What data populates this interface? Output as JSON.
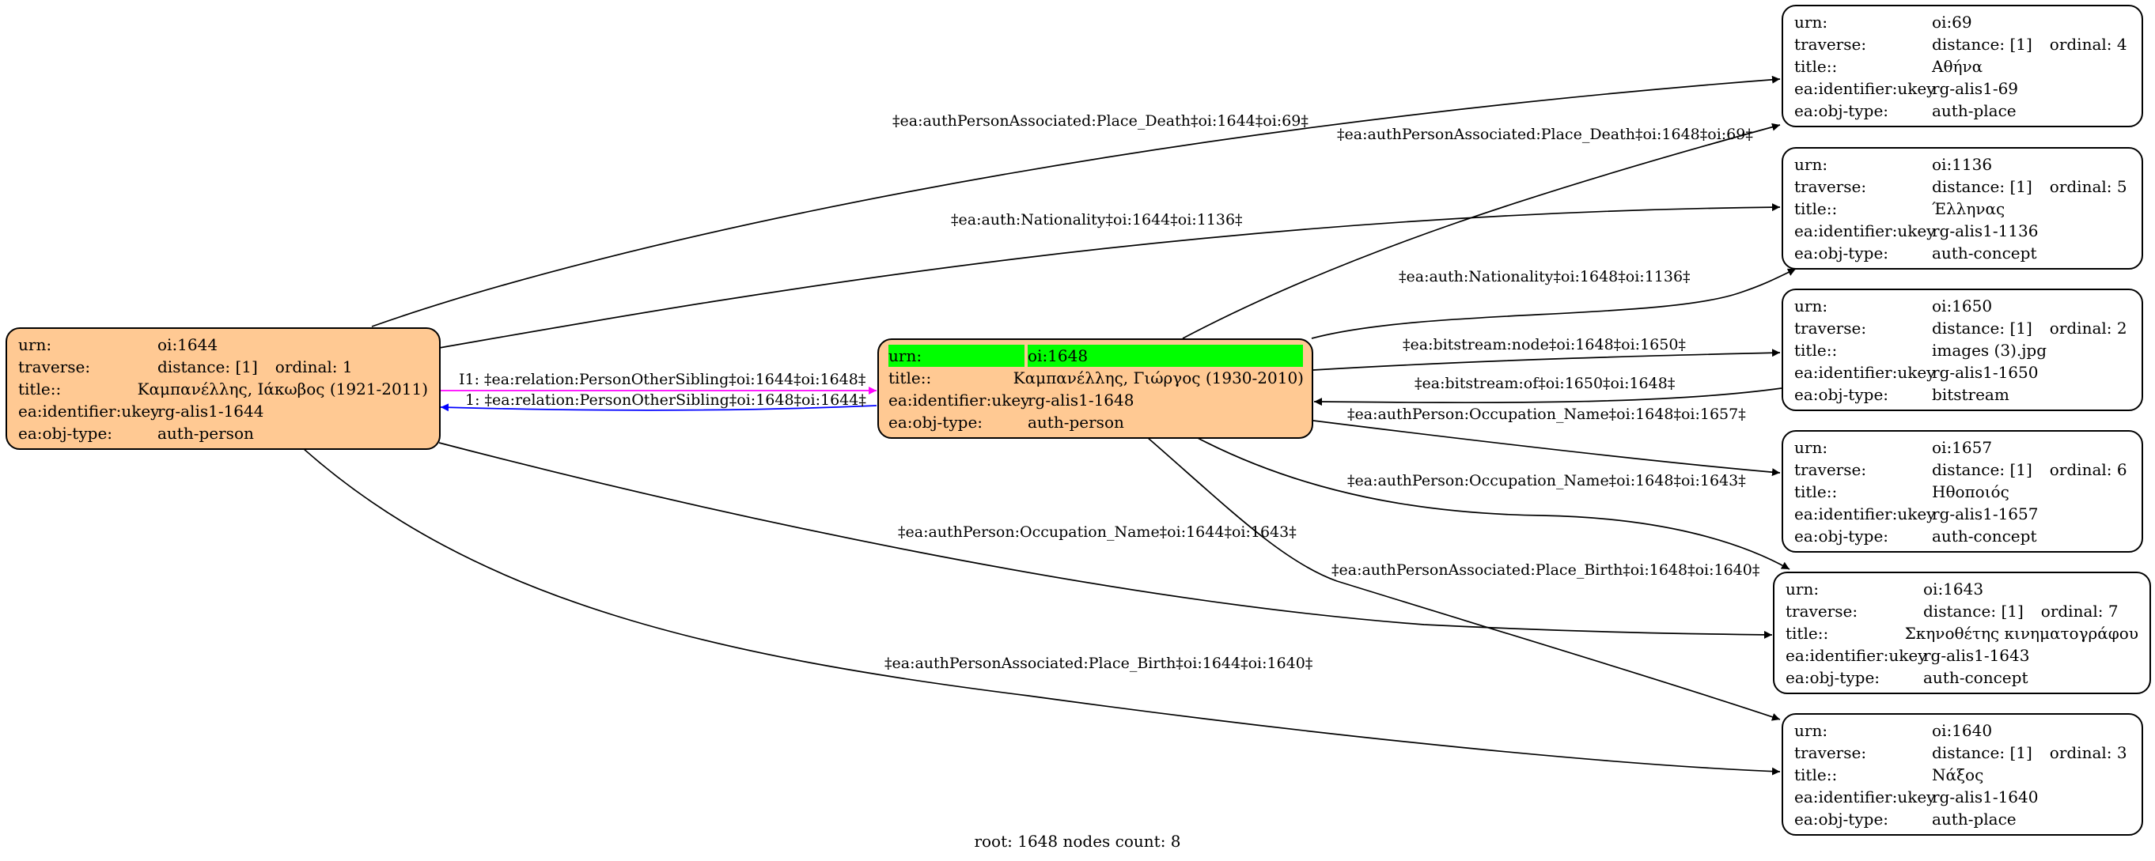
{
  "graph": {
    "caption": "root: 1648 nodes count: 8",
    "colors": {
      "root_fill": "#ffc993",
      "leaf_fill": "#ffffff",
      "highlight": "#00ff00",
      "edge_default": "#000000",
      "edge_sibling_forward": "#ff00ff",
      "edge_sibling_back": "#0000ff"
    },
    "nodes": {
      "n1644": {
        "rows": [
          {
            "key": "urn:",
            "value": "oi:1644"
          },
          {
            "key": "traverse:",
            "value": "distance: [1]",
            "extra": "ordinal: 1"
          },
          {
            "key": "title::",
            "value": "Καμπανέλλης, Ιάκωβος (1921-2011)"
          },
          {
            "key": "ea:identifier:ukey",
            "value": "rg-alis1-1644"
          },
          {
            "key": "ea:obj-type:",
            "value": "auth-person"
          }
        ]
      },
      "n1648": {
        "rows": [
          {
            "key": "urn:",
            "value": "oi:1648"
          },
          {
            "key": "title::",
            "value": "Καμπανέλλης, Γιώργος (1930-2010)"
          },
          {
            "key": "ea:identifier:ukey",
            "value": "rg-alis1-1648"
          },
          {
            "key": "ea:obj-type:",
            "value": "auth-person"
          }
        ]
      },
      "n69": {
        "rows": [
          {
            "key": "urn:",
            "value": "oi:69"
          },
          {
            "key": "traverse:",
            "value": "distance: [1]",
            "extra": "ordinal: 4"
          },
          {
            "key": "title::",
            "value": "Αθήνα"
          },
          {
            "key": "ea:identifier:ukey",
            "value": "rg-alis1-69"
          },
          {
            "key": "ea:obj-type:",
            "value": "auth-place"
          }
        ]
      },
      "n1136": {
        "rows": [
          {
            "key": "urn:",
            "value": "oi:1136"
          },
          {
            "key": "traverse:",
            "value": "distance: [1]",
            "extra": "ordinal: 5"
          },
          {
            "key": "title::",
            "value": "Έλληνας"
          },
          {
            "key": "ea:identifier:ukey",
            "value": "rg-alis1-1136"
          },
          {
            "key": "ea:obj-type:",
            "value": "auth-concept"
          }
        ]
      },
      "n1650": {
        "rows": [
          {
            "key": "urn:",
            "value": "oi:1650"
          },
          {
            "key": "traverse:",
            "value": "distance: [1]",
            "extra": "ordinal: 2"
          },
          {
            "key": "title::",
            "value": "images (3).jpg"
          },
          {
            "key": "ea:identifier:ukey",
            "value": "rg-alis1-1650"
          },
          {
            "key": "ea:obj-type:",
            "value": "bitstream"
          }
        ]
      },
      "n1657": {
        "rows": [
          {
            "key": "urn:",
            "value": "oi:1657"
          },
          {
            "key": "traverse:",
            "value": "distance: [1]",
            "extra": "ordinal: 6"
          },
          {
            "key": "title::",
            "value": "Ηθοποιός"
          },
          {
            "key": "ea:identifier:ukey",
            "value": "rg-alis1-1657"
          },
          {
            "key": "ea:obj-type:",
            "value": "auth-concept"
          }
        ]
      },
      "n1643": {
        "rows": [
          {
            "key": "urn:",
            "value": "oi:1643"
          },
          {
            "key": "traverse:",
            "value": "distance: [1]",
            "extra": "ordinal: 7"
          },
          {
            "key": "title::",
            "value": "Σκηνοθέτης κινηματογράφου"
          },
          {
            "key": "ea:identifier:ukey",
            "value": "rg-alis1-1643"
          },
          {
            "key": "ea:obj-type:",
            "value": "auth-concept"
          }
        ]
      },
      "n1640": {
        "rows": [
          {
            "key": "urn:",
            "value": "oi:1640"
          },
          {
            "key": "traverse:",
            "value": "distance: [1]",
            "extra": "ordinal: 3"
          },
          {
            "key": "title::",
            "value": "Νάξος"
          },
          {
            "key": "ea:identifier:ukey",
            "value": "rg-alis1-1640"
          },
          {
            "key": "ea:obj-type:",
            "value": "auth-place"
          }
        ]
      }
    },
    "edges": {
      "e1": "‡ea:authPersonAssociated:Place_Death‡oi:1644‡oi:69‡",
      "e2": "‡ea:authPersonAssociated:Place_Death‡oi:1648‡oi:69‡",
      "e3": "‡ea:auth:Nationality‡oi:1644‡oi:1136‡",
      "e4": "‡ea:auth:Nationality‡oi:1648‡oi:1136‡",
      "e5": "‡ea:bitstream:node‡oi:1648‡oi:1650‡",
      "e6": "‡ea:bitstream:of‡oi:1650‡oi:1648‡",
      "e7": "I1: ‡ea:relation:PersonOtherSibling‡oi:1644‡oi:1648‡",
      "e8": "1: ‡ea:relation:PersonOtherSibling‡oi:1648‡oi:1644‡",
      "e9": "‡ea:authPerson:Occupation_Name‡oi:1648‡oi:1657‡",
      "e10": "‡ea:authPerson:Occupation_Name‡oi:1648‡oi:1643‡",
      "e11": "‡ea:authPerson:Occupation_Name‡oi:1644‡oi:1643‡",
      "e12": "‡ea:authPersonAssociated:Place_Birth‡oi:1648‡oi:1640‡",
      "e13": "‡ea:authPersonAssociated:Place_Birth‡oi:1644‡oi:1640‡"
    }
  }
}
